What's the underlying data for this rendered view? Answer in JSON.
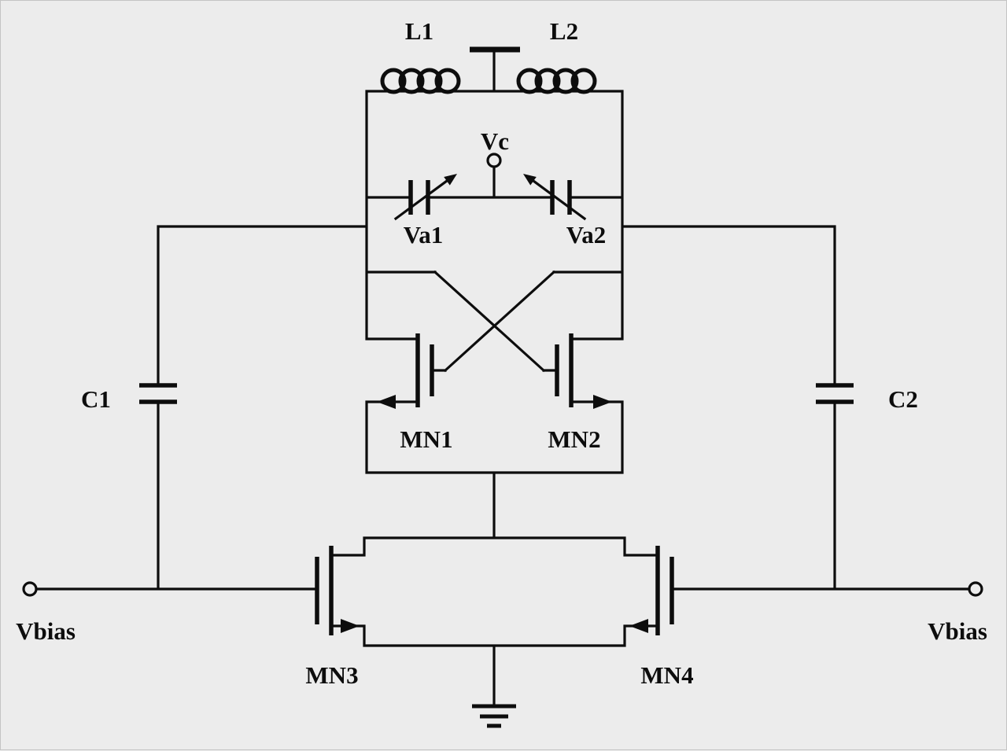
{
  "diagram_type": "circuit-schematic",
  "colors": {
    "background": "#ececec",
    "stroke": "#0d0d0d",
    "text": "#0d0d0d"
  },
  "labels": {
    "l1": "L1",
    "l2": "L2",
    "vc": "Vc",
    "va1": "Va1",
    "va2": "Va2",
    "c1": "C1",
    "c2": "C2",
    "mn1": "MN1",
    "mn2": "MN2",
    "mn3": "MN3",
    "mn4": "MN4",
    "vbias_left": "Vbias",
    "vbias_right": "Vbias"
  },
  "symbols": [
    "power-supply-symbol",
    "inductor-L1",
    "inductor-L2",
    "varactor-Va1",
    "varactor-Va2",
    "control-node-Vc",
    "capacitor-C1",
    "capacitor-C2",
    "nmos-MN1",
    "nmos-MN2",
    "nmos-MN3",
    "nmos-MN4",
    "vbias-terminal-left",
    "vbias-terminal-right",
    "ground-symbol"
  ]
}
